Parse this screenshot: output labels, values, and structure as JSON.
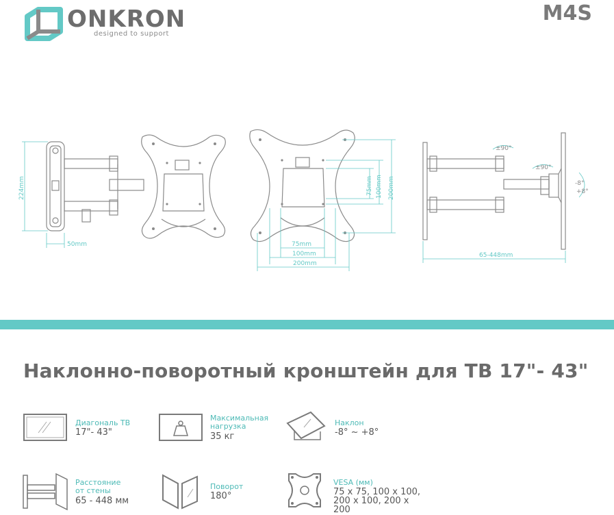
{
  "brand": {
    "name": "ONKRON",
    "tagline": "designed to support"
  },
  "model": "M4S",
  "title": "Наклонно-поворотный кронштейн для ТВ 17\"- 43\"",
  "dimensions": {
    "height": "224mm",
    "depth": "50mm",
    "vesa_75": "75mm",
    "vesa_100": "100mm",
    "vesa_200": "200mm",
    "extension": "65-448mm",
    "swivel_wall": "±90°",
    "swivel_head": "±90°",
    "tilt_up": "-8°",
    "tilt_down": "+8°"
  },
  "specs": [
    {
      "label": "Диагональ ТВ",
      "value": "17\"- 43\""
    },
    {
      "label": "Максимальная нагрузка",
      "value": "35 кг"
    },
    {
      "label": "Наклон",
      "value": "-8° ~ +8°"
    },
    {
      "label": "Расстояние от стены",
      "value": "65 - 448 мм"
    },
    {
      "label": "Поворот",
      "value": "180°"
    },
    {
      "label": "VESA (мм)",
      "value": "75 x 75, 100 x 100, 200 x 100, 200 x 200"
    }
  ],
  "colors": {
    "accent": "#63c9c6",
    "text": "#6b6b6b",
    "line": "#8a8a8a"
  }
}
